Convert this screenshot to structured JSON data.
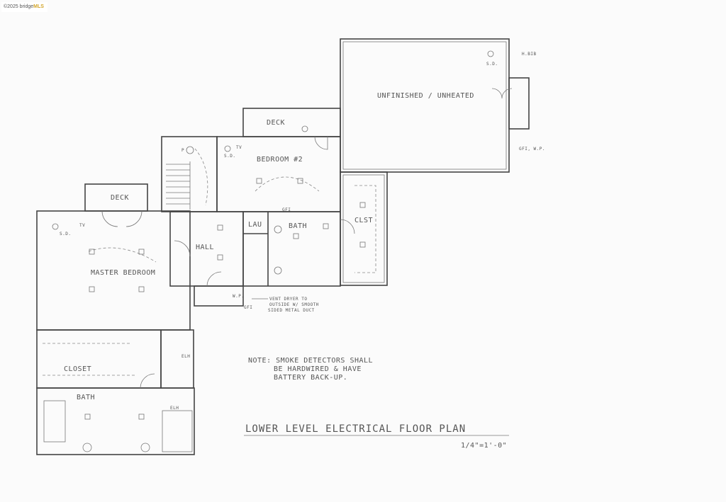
{
  "watermark": {
    "prefix": "©2025 bridge",
    "brand": "MLS"
  },
  "rooms": {
    "deck_top": "DECK",
    "unfinished": "UNFINISHED / UNHEATED",
    "bedroom2": "BEDROOM #2",
    "deck_left": "DECK",
    "master": "MASTER BEDROOM",
    "hall": "HALL",
    "laundry": "LAU",
    "bath_upper": "BATH",
    "closet_right": "CLST",
    "closet": "CLOSET",
    "bath_lower": "BATH"
  },
  "symbols": {
    "sd": "S.D.",
    "tv": "TV",
    "gfi": "GFI",
    "wp": "W.P.",
    "elh": "ELH",
    "hbib": "H.BIB",
    "gfi_wp": "GFI, W.P.",
    "p": "P"
  },
  "notes": {
    "vent": [
      "VENT DRYER TO",
      "OUTSIDE W/ SMOOTH",
      "SIDED METAL DUCT"
    ],
    "smoke": [
      "NOTE: SMOKE DETECTORS SHALL",
      "BE HARDWIRED & HAVE",
      "BATTERY BACK-UP."
    ]
  },
  "title": "LOWER LEVEL ELECTRICAL FLOOR PLAN",
  "scale": "1/4\"=1'-0\""
}
